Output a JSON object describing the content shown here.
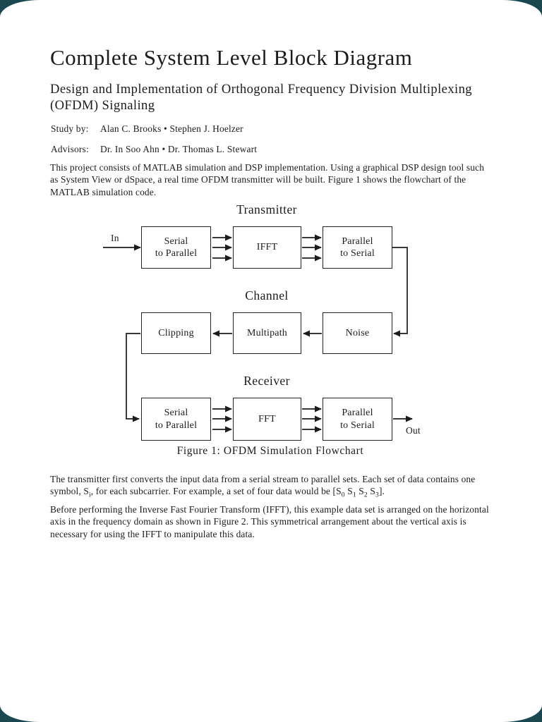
{
  "doc": {
    "title": "Complete System Level Block Diagram",
    "subtitle": "Design and Implementation of Orthogonal Frequency Division Multiplexing\n(OFDM) Signaling",
    "credits": {
      "study_by_label": "Study by:",
      "study_by": "Alan C. Brooks • Stephen J. Hoelzer",
      "advisors_label": "Advisors:",
      "advisors": "Dr. In Soo Ahn • Dr. Thomas L. Stewart"
    },
    "paragraphs": {
      "intro": "This project consists of MATLAB simulation and DSP implementation. Using a graphical DSP design tool such\nas System View or dSpace, a real time OFDM transmitter will be built. Figure 1 shows the flowchart of the\nMATLAB simulation code.",
      "symbols_rich": [
        {
          "t": "The transmitter first converts the input data from a serial stream to parallel sets. Each set of data contains one\nsymbol, S"
        },
        {
          "t": "i",
          "sub": true
        },
        {
          "t": ", for each subcarrier. For example, a set of four data would be [S"
        },
        {
          "t": "0",
          "sub": true
        },
        {
          "t": " S"
        },
        {
          "t": "1",
          "sub": true
        },
        {
          "t": " S"
        },
        {
          "t": "2",
          "sub": true
        },
        {
          "t": " S"
        },
        {
          "t": "3",
          "sub": true
        },
        {
          "t": "]."
        }
      ],
      "ifft": "Before performing the Inverse Fast Fourier Transform (IFFT), this example data set is arranged on the horizontal\naxis in the frequency domain as shown in Figure 2. This symmetrical arrangement about the vertical axis is\nnecessary for using the IFFT to manipulate this data."
    },
    "figure": {
      "tx_heading": "Transmitter",
      "ch_heading": "Channel",
      "rx_heading": "Receiver",
      "in_label": "In",
      "out_label": "Out",
      "caption": "Figure 1: OFDM Simulation Flowchart",
      "blocks": {
        "tx_s2p": "Serial\nto Parallel",
        "tx_ifft": "IFFT",
        "tx_p2s": "Parallel\nto Serial",
        "ch_clipping": "Clipping",
        "ch_multipath": "Multipath",
        "ch_noise": "Noise",
        "rx_s2p": "Serial\nto Parallel",
        "rx_fft": "FFT",
        "rx_p2s": "Parallel\nto Serial"
      }
    }
  },
  "colors": {
    "canvas_background": "#1b4750",
    "page_background": "#ffffff",
    "ink": "#1c1c1c"
  }
}
